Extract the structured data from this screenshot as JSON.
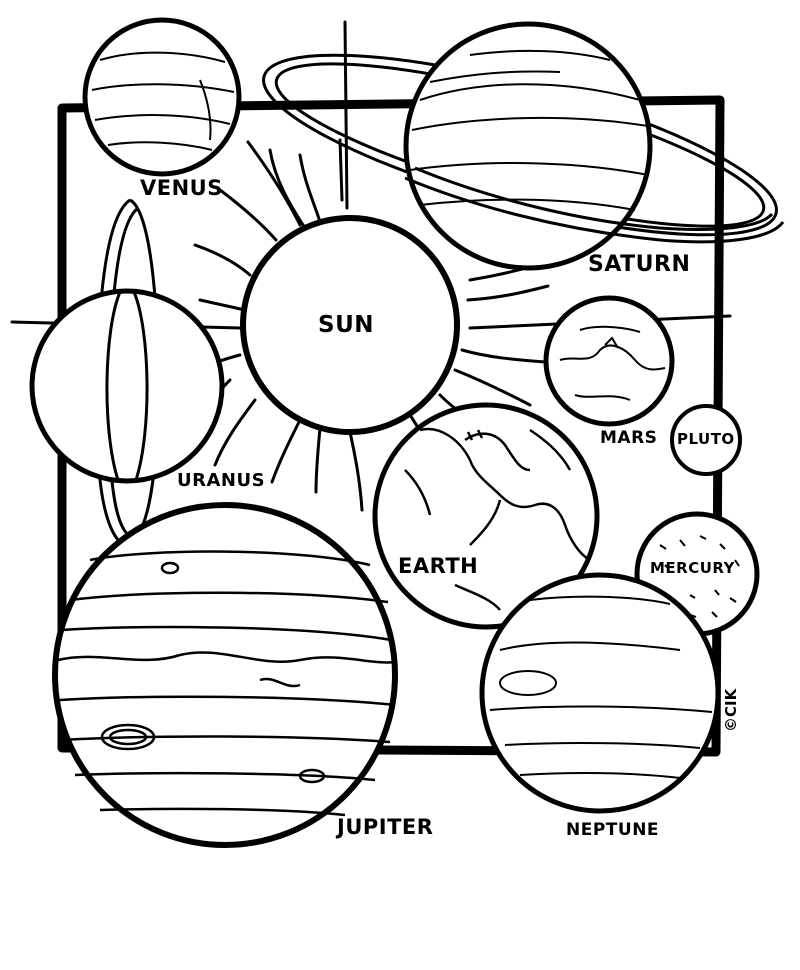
{
  "page": {
    "background": "#ffffff",
    "ink": "#000000"
  },
  "planets": {
    "venus": "VENUS",
    "saturn": "SATURN",
    "sun": "SUN",
    "mars": "MARS",
    "pluto": "PLUTO",
    "uranus": "URANUS",
    "earth": "EARTH",
    "mercury": "MERCURY",
    "jupiter": "JUPITER",
    "neptune": "NEPTUNE"
  },
  "copyright": "©CIK"
}
